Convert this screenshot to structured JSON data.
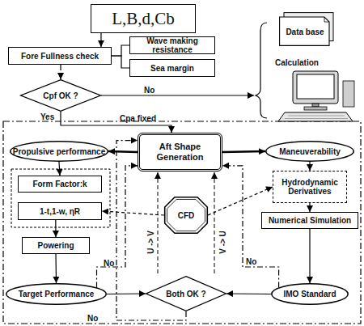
{
  "diagram": {
    "nodes": [
      {
        "text": [
          "L,B,d,Cb"
        ]
      },
      {
        "text": [
          "Fore Fullness check"
        ]
      },
      {
        "text": [
          "Wave making resistance"
        ]
      },
      {
        "text": [
          "Sea margin"
        ]
      },
      {
        "text": [
          "Data base"
        ]
      },
      {
        "text": [
          "Cpf OK ?"
        ]
      },
      {
        "text": [
          "Propulsive performance"
        ]
      },
      {
        "text": [
          "Aft Shape Generation"
        ]
      },
      {
        "text": [
          "Maneuverability"
        ]
      },
      {
        "text": [
          "Form Factor:k"
        ]
      },
      {
        "text": [
          "1-t,1-w, ηR"
        ]
      },
      {
        "text": [
          "Hydrodynamic Derivatives"
        ]
      },
      {
        "text": [
          "CFD"
        ]
      },
      {
        "text": [
          "Numerical Simulation"
        ]
      },
      {
        "text": [
          "Powering"
        ]
      },
      {
        "text": [
          "Target Performance"
        ]
      },
      {
        "text": [
          "Both OK ?"
        ]
      },
      {
        "text": [
          "IMO Standard"
        ]
      }
    ],
    "edges": [
      {
        "from": 0,
        "to": 1,
        "arrow": "to"
      },
      {
        "from": 1,
        "to": 2,
        "arrow": "none"
      },
      {
        "from": 1,
        "to": 3,
        "arrow": "none"
      },
      {
        "from": 1,
        "to": 5,
        "arrow": "to"
      },
      {
        "from": 5,
        "to": 7,
        "arrow": "to",
        "label": "Yes"
      },
      {
        "from": 7,
        "to": 6,
        "arrow": "to"
      },
      {
        "from": 7,
        "to": 8,
        "arrow": "to"
      },
      {
        "from": 6,
        "to": 9,
        "arrow": "to"
      },
      {
        "from": 10,
        "to": 14,
        "arrow": "to"
      },
      {
        "from": 14,
        "to": 15,
        "arrow": "to"
      },
      {
        "from": 8,
        "to": 11,
        "arrow": "to"
      },
      {
        "from": 11,
        "to": 13,
        "arrow": "to"
      },
      {
        "from": 13,
        "to": 17,
        "arrow": "to"
      },
      {
        "from": 12,
        "to": 10,
        "arrow": "to"
      },
      {
        "from": 12,
        "to": 11,
        "arrow": "to"
      },
      {
        "from": 15,
        "to": 16,
        "arrow": "to"
      },
      {
        "from": 17,
        "to": 16,
        "arrow": "to"
      },
      {
        "from": 15,
        "to": 7,
        "arrow": "to",
        "label": "No"
      },
      {
        "from": 17,
        "to": 7,
        "arrow": "to",
        "label": "No"
      },
      {
        "from": 16,
        "to": 7,
        "arrow": "to",
        "label": "No"
      }
    ],
    "labels": [
      "No",
      "Cpa fixed",
      "Calculation",
      "U -> V",
      "V -> U"
    ]
  }
}
